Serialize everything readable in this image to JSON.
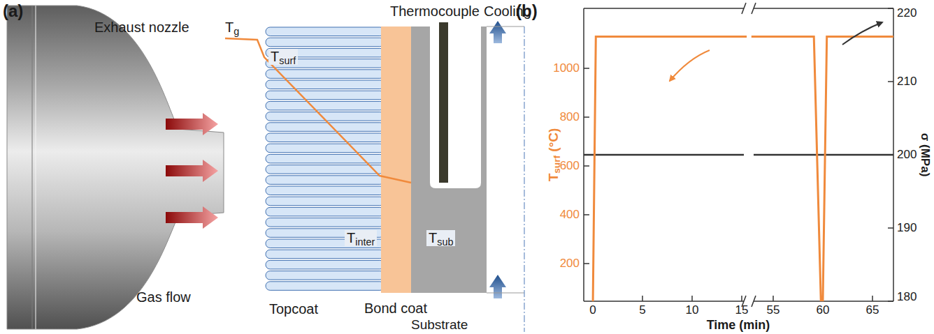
{
  "diagram": {
    "nodes": [
      {
        "text": [
          "Topcoat"
        ]
      },
      {
        "text": [
          "Bond coat"
        ]
      },
      {
        "text": [
          "Substrate",
          "Tsub"
        ]
      }
    ],
    "labels": [
      "(a)",
      "Exhaust nozzle",
      "Gas flow",
      "Tg",
      "Tsurf",
      "Tinter",
      "Thermocouple",
      "Cooling",
      "(b)",
      "200",
      "400",
      "600",
      "800",
      "1000",
      "0",
      "5",
      "10",
      "15",
      "55",
      "60",
      "65",
      "180",
      "190",
      "200",
      "210",
      "220",
      "Time (min)",
      "Tsurf (°C)",
      "σ (MPa)"
    ]
  }
}
